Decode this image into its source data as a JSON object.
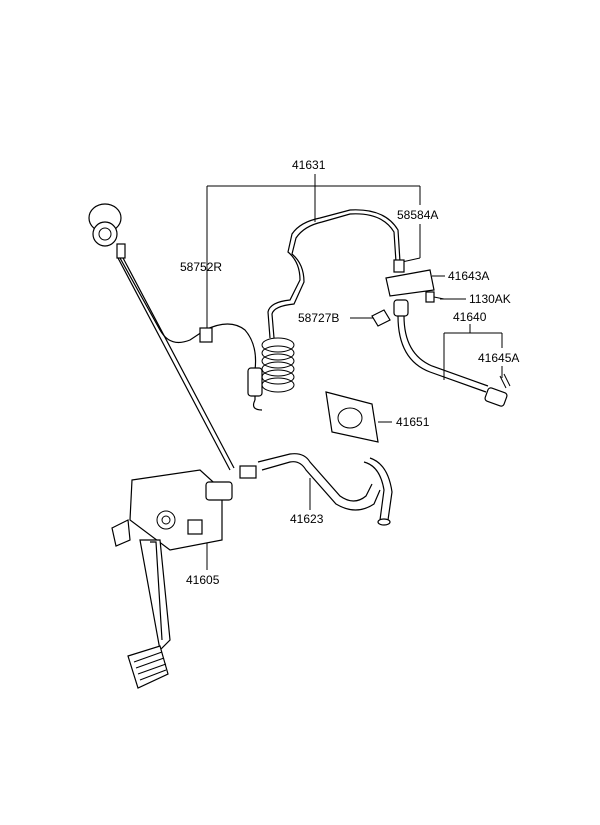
{
  "labels": {
    "p41631": "41631",
    "p58584A": "58584A",
    "p58752R": "58752R",
    "p41643A": "41643A",
    "p1130AK": "1130AK",
    "p58727B": "58727B",
    "p41640": "41640",
    "p41645A": "41645A",
    "p41651": "41651",
    "p41623": "41623",
    "p41605": "41605"
  }
}
